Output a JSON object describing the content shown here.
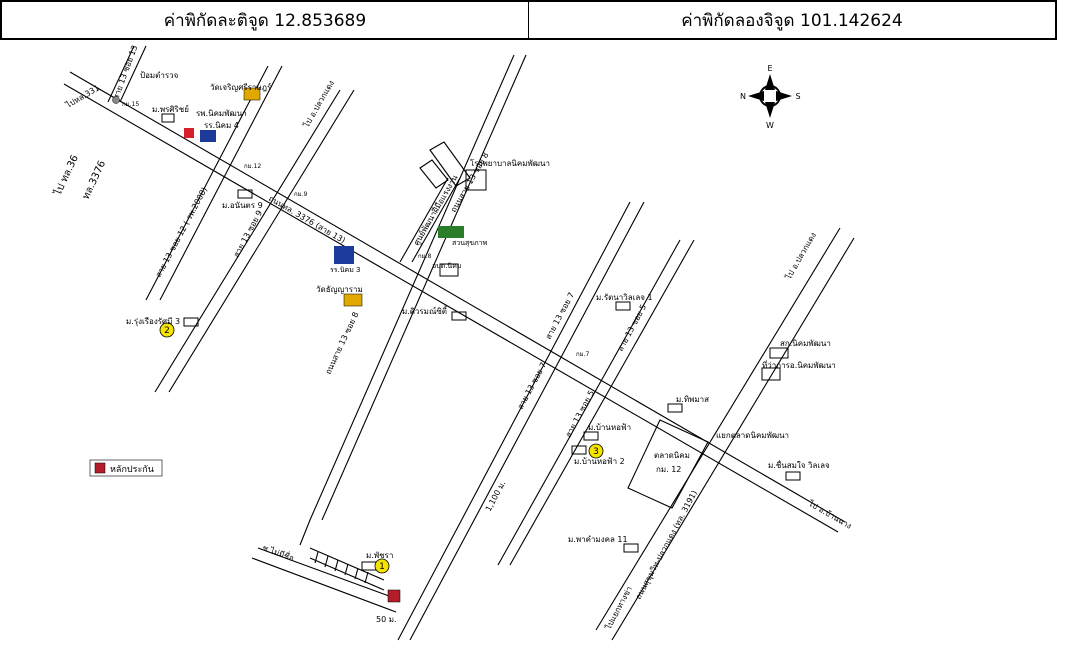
{
  "header": {
    "lat_label": "ค่าพิกัดละติจูด 12.853689",
    "lng_label": "ค่าพิกัดลองจิจูด 101.142624"
  },
  "compass": {
    "n": "N",
    "s": "S",
    "e": "E",
    "w": "W"
  },
  "legend": {
    "label": "หลักประกัน",
    "color": "#b21e2a"
  },
  "colors": {
    "road": "#000000",
    "marker": "#f5e400",
    "flag_red": "#d8202c",
    "flag_blue": "#1b3a9a"
  },
  "roads": {
    "r331": "ไปหล.331",
    "r36": "ไป ทล.36",
    "r3376": "ทล.3376",
    "soi13_13": "สาย 13 ซอย 13",
    "soi13_12": "สาย 13 ซอย 12 ( รพ.2008)",
    "soi13_9": "สาย 13 ซอย 9",
    "soi13_8main": "ถนนสาย 13 ซอย 8",
    "soi13_8": "ถนนสาย 13 ซอย 8",
    "soi13_7a": "สาย 13 ซอย 7",
    "soi13_7b": "สาย 13 ซอย 7",
    "soi13_5a": "สาย 13 ซอย 5",
    "soi13_5b": "สาย 13 ซอย 5",
    "pluakdaeng1": "ไป อ.ปลวกแดง",
    "pluakdaeng2": "ไป อ.ปลวกแดง",
    "main3376": "ถนนทล. 3376 (สาย 13)",
    "sukhumvit": "ถนนสุขุมวิท-ปลวกแดง (ทล. 3191)",
    "banchang": "ไป อ.บ้านฉาง",
    "bypass": "ไปแยกทางข่า",
    "maisi": "ซ.ไม่มีชื่อ",
    "dist1100": "1,100 ม.",
    "dist50": "50 ม."
  },
  "places": {
    "police": "ป้อมตำรวจ",
    "km15": "กม.15",
    "wat1": "วัดเจริญศรีราษฎร์",
    "village_phorsiri": "ม.พรศิริชย์",
    "hospital": "รพ.นิคมพัฒนา",
    "school4": "รร.นิคม 4",
    "km12": "กม.12",
    "km9": "กม.9",
    "village_anan": "ม.อนันตร 9",
    "pattana_center": "ศูนย์พัฒนาฝีมือแรงงาน",
    "hospital2": "โรงพยาบาลนิคมพัฒนา",
    "park": "สวนสุขภาพ",
    "km8": "กม.8",
    "district_office": "อบต.นิคม",
    "school3": "รร.นิคม 3",
    "wat2": "วัดธัญญาราม",
    "village_rung": "ม.รุ่งเรืองรัศมี 3",
    "village_siwaron": "ม.ศิวรมณ์ซิตี้",
    "village_rattana": "ม.รัตนาวิลเลจ 1",
    "km7": "กม.7",
    "coop": "สก.นิคมพัฒนา",
    "admin_office": "ที่ว่าการอ.นิคมพัฒนา",
    "village_thipmas": "ม.ทิพมาส",
    "junction": "แยกตลาดนิคมพัฒนา",
    "village_banhorfa": "ม.บ้านหอฟ้า",
    "village_banhorfa2": "ม.บ้านหอฟ้า 2",
    "market": "ตลาดนิคม",
    "market_km": "กม. 12",
    "village_chuen": "ม.ชื่นสมใจ วิลเลจ",
    "village_pakham": "ม.พาคำมงคล 11",
    "village_phattara": "ม.พัชรา",
    "marker1": "1",
    "marker2": "2",
    "marker3": "3"
  }
}
